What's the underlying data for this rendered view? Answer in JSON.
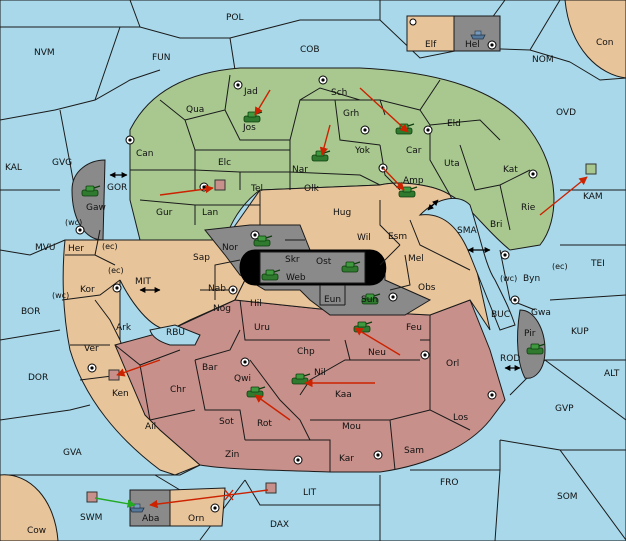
{
  "map": {
    "sea_color": "#a8d8ea",
    "land_color": "#e8c49a",
    "green_power_color": "#a8c890",
    "red_power_color": "#c8908a",
    "grey_power_color": "#8a8a8a",
    "order_color": "#cc2200",
    "support_color": "#22aa22"
  },
  "labels": {
    "pol": "POL",
    "nvm": "NVM",
    "fun": "FUN",
    "cob": "COB",
    "nom": "NOM",
    "con": "Con",
    "ovd": "OVD",
    "elf": "Elf",
    "hel": "Hel",
    "kal": "KAL",
    "gvg": "GVG",
    "gor": "GOR",
    "gaw": "Gaw",
    "mvu": "MVU",
    "her": "Her",
    "wc1": "(wc)",
    "ec1": "(ec)",
    "ec2": "(ec)",
    "wc2": "(wc)",
    "kor": "Kor",
    "bor": "BOR",
    "mit": "MIT",
    "ark": "Ark",
    "ver": "Ver",
    "rbu": "RBU",
    "dor": "DOR",
    "ken": "Ken",
    "chr": "Chr",
    "ail": "Ail",
    "gva": "GVA",
    "zin": "Zin",
    "kar": "Kar",
    "sam": "Sam",
    "lit": "LIT",
    "fro": "FRO",
    "som": "SOM",
    "dax": "DAX",
    "swm": "SWM",
    "aba": "Aba",
    "orn": "Orn",
    "cow": "Cow",
    "can": "Can",
    "qua": "Qua",
    "jad": "Jad",
    "jos": "Jos",
    "sch": "Sch",
    "grh": "Grh",
    "car": "Car",
    "eld": "Eld",
    "elc": "Elc",
    "nar": "Nar",
    "yok": "Yok",
    "amp": "Amp",
    "uta": "Uta",
    "kat": "Kat",
    "kam": "KAM",
    "tel": "Tel",
    "olk": "Olk",
    "gur": "Gur",
    "lan": "Lan",
    "hug": "Hug",
    "rie": "Rie",
    "bri": "Bri",
    "sma": "SMA",
    "esm": "Esm",
    "wil": "Wil",
    "nor": "Nor",
    "skr": "Skr",
    "ost": "Ost",
    "web": "Web",
    "sap": "Sap",
    "mel": "Mel",
    "tei": "TEI",
    "wc3": "(wc)",
    "byn": "Byn",
    "ec3": "(ec)",
    "nab": "Nab",
    "eun": "Eun",
    "sun": "Sun",
    "obs": "Obs",
    "hil": "Hil",
    "nog": "Nog",
    "uru": "Uru",
    "feu": "Feu",
    "buc": "BUC",
    "gwa": "Gwa",
    "kup": "KUP",
    "pir": "Pir",
    "neu": "Neu",
    "chp": "Chp",
    "bar": "Bar",
    "qwi": "Qwi",
    "nil": "Nil",
    "orl": "Orl",
    "rod": "ROD",
    "alt": "ALT",
    "kaa": "Kaa",
    "sot": "Sot",
    "rot": "Rot",
    "los": "Los",
    "gvp": "GVP",
    "mou": "Mou"
  }
}
